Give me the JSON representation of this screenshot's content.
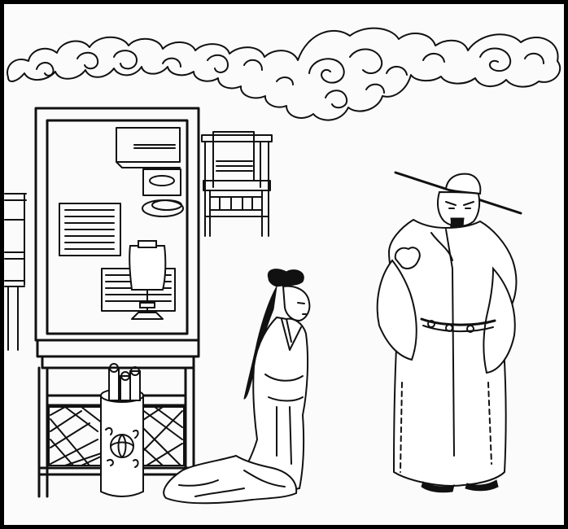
{
  "illustration": {
    "style": "black-and-white ink line drawing",
    "ink_color": "#111111",
    "paper_color": "#fbfbfb",
    "border_color": "#000000",
    "elements": [
      "cloud-band",
      "folding-screen-shelf",
      "side-chair",
      "kneeling-woman",
      "standing-official",
      "scroll-vase",
      "partial-shelf"
    ]
  }
}
